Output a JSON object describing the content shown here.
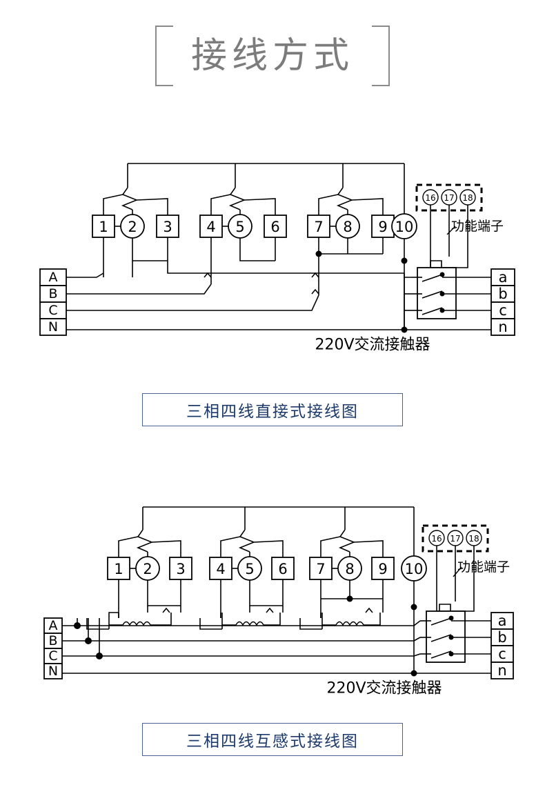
{
  "title": {
    "text": "接线方式",
    "color": "#7c7c7c",
    "bracket_color": "#8a8a8a"
  },
  "diagrams": [
    {
      "id": "direct",
      "caption": "三相四线直接式接线图",
      "caption_color": "#1b3a6b",
      "caption_border_color": "#4a628f",
      "meter_terminals": [
        "1",
        "2",
        "3",
        "4",
        "5",
        "6",
        "7",
        "8",
        "9",
        "10"
      ],
      "function_terminals": [
        "16",
        "17",
        "18"
      ],
      "function_terminal_label": "功能端子",
      "supply_terminals": [
        "A",
        "B",
        "C",
        "N"
      ],
      "load_terminals": [
        "a",
        "b",
        "c",
        "n"
      ],
      "contactor_label": "220V交流接触器",
      "has_current_transformers": false
    },
    {
      "id": "ct",
      "caption": "三相四线互感式接线图",
      "caption_color": "#1b3a6b",
      "caption_border_color": "#4a628f",
      "meter_terminals": [
        "1",
        "2",
        "3",
        "4",
        "5",
        "6",
        "7",
        "8",
        "9",
        "10"
      ],
      "function_terminals": [
        "16",
        "17",
        "18"
      ],
      "function_terminal_label": "功能端子",
      "supply_terminals": [
        "A",
        "B",
        "C",
        "N"
      ],
      "load_terminals": [
        "a",
        "b",
        "c",
        "n"
      ],
      "contactor_label": "220V交流接触器",
      "has_current_transformers": true,
      "current_transformer_count": 3
    }
  ]
}
